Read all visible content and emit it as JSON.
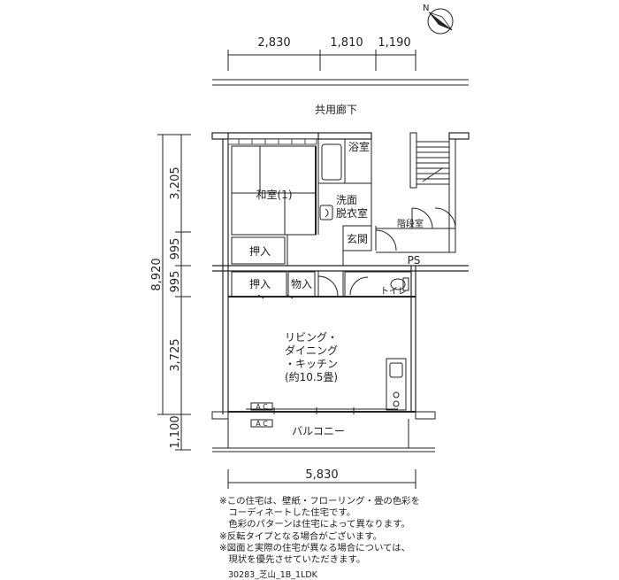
{
  "dimensions": {
    "top": [
      "2,830",
      "1,810",
      "1,190"
    ],
    "bottom": "5,830",
    "left_total": "8,920",
    "left": [
      "3,205",
      "995",
      "995",
      "3,725",
      "1,100"
    ]
  },
  "rooms": {
    "corridor": "共用廊下",
    "bath": "浴室",
    "washroom_1": "洗面",
    "washroom_2": "脱衣室",
    "washitsu": "和室(1)",
    "stair": "階段室",
    "entrance": "玄関",
    "ps": "PS",
    "oshiire_1": "押入",
    "oshiire_2": "押入",
    "storage": "物入",
    "toilet": "トイレ",
    "ldk": [
      "リビング・",
      "ダイニング",
      "・キッチン",
      "(約10.5畳)"
    ],
    "ac_1": "A C",
    "ac_2": "A C",
    "balcony": "バルコニー"
  },
  "compass": "N",
  "notes": [
    "※この住宅は、壁紙・フローリング・畳の色彩を",
    "　コーディネートした住宅です。",
    "　色彩のパターンは住宅によって異なります。",
    "※反転タイプとなる場合がございます。",
    "※図面と実際の住宅が異なる場合については、",
    "　現状を優先させていただきます。"
  ],
  "code": "30283_芝山_1B_1LDK"
}
